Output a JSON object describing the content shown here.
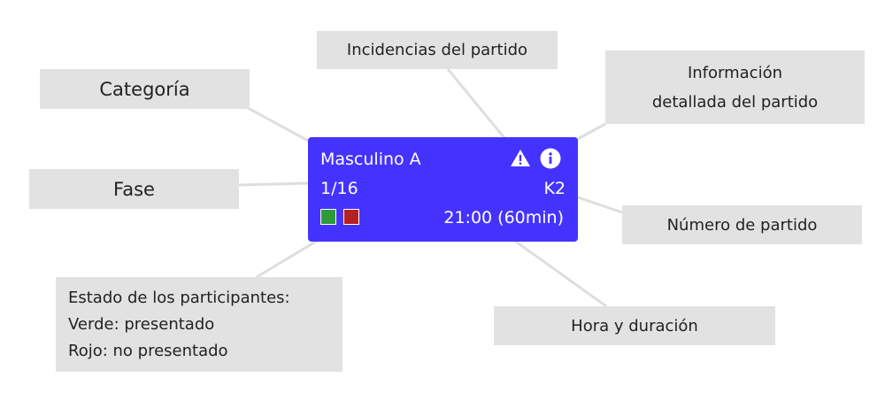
{
  "card": {
    "category": "Masculino A",
    "phase": "1/16",
    "match_number": "K2",
    "time_duration": "21:00 (60min)",
    "background_color": "#4433ff",
    "status_colors": {
      "presented": "#2e9a3a",
      "not_presented": "#b52020"
    },
    "icons": [
      "warning-icon",
      "info-icon"
    ]
  },
  "labels": {
    "category": "Categoría",
    "phase": "Fase",
    "incidents": "Incidencias del partido",
    "info_line1": "Información",
    "info_line2": "detallada del partido",
    "match_number": "Número de partido",
    "time_duration": "Hora y duración",
    "status_line1": "Estado de los participantes:",
    "status_line2": "Verde: presentado",
    "status_line3": "Rojo: no presentado"
  }
}
